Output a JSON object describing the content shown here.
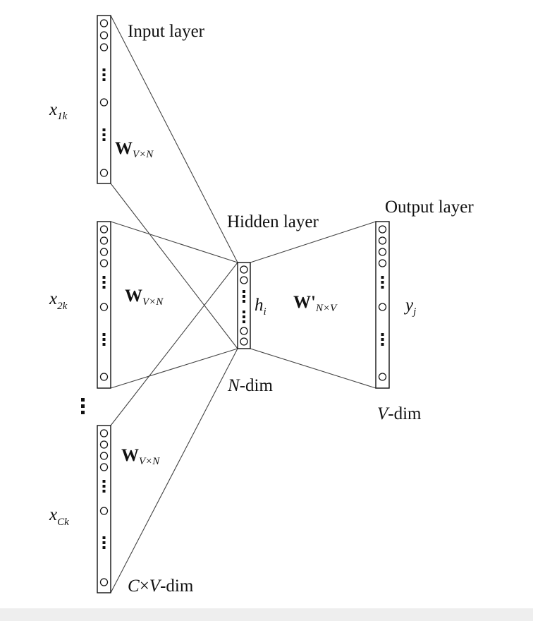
{
  "labels": {
    "input_layer": "Input layer",
    "hidden_layer": "Hidden layer",
    "output_layer": "Output layer",
    "x1_base": "x",
    "x1_sub": "1k",
    "x2_base": "x",
    "x2_sub": "2k",
    "xc_base": "x",
    "xc_sub": "Ck",
    "w_base": "W",
    "w_sub": "V×N",
    "wprime_base": "W'",
    "wprime_sub": "N×V",
    "h_base": "h",
    "h_sub": "i",
    "y_base": "y",
    "y_sub": "j",
    "ndim_var": "N",
    "ndim_suffix": "-dim",
    "vdim_var": "V",
    "vdim_suffix": "-dim",
    "cvdim_c": "C",
    "cvdim_times": "×",
    "cvdim_v": "V",
    "cvdim_suffix": "-dim"
  }
}
